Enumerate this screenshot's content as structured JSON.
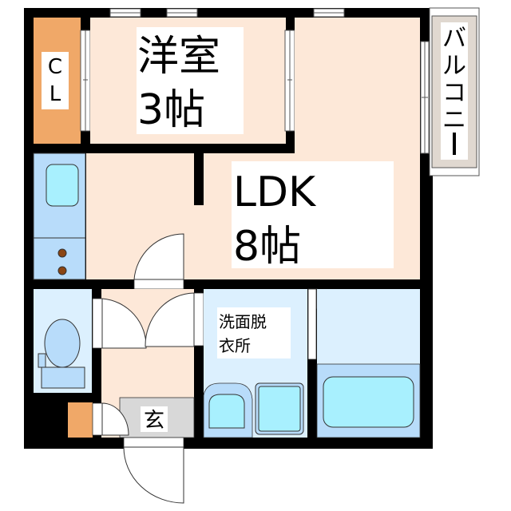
{
  "floorplan": {
    "rooms": {
      "western_room": {
        "name": "洋室",
        "size": "3帖"
      },
      "ldk": {
        "name": "LDK",
        "size": "8帖"
      },
      "closet": {
        "c": "C",
        "l": "L"
      },
      "balcony": {
        "chars": [
          "バ",
          "ル",
          "コ",
          "ニ",
          "ー"
        ]
      },
      "washroom": {
        "line1": "洗面脱",
        "line2": "衣所"
      },
      "entrance": {
        "name": "玄"
      }
    },
    "colors": {
      "wall": "#000000",
      "room_floor": "#fde8d8",
      "closet": "#f0a868",
      "wet_area": "#dcf0fe",
      "kitchen": "#b8dcfa",
      "fixture": "#a8f0fe",
      "balcony": "#e0d8d0",
      "entrance_floor": "#d8d8d8"
    }
  }
}
